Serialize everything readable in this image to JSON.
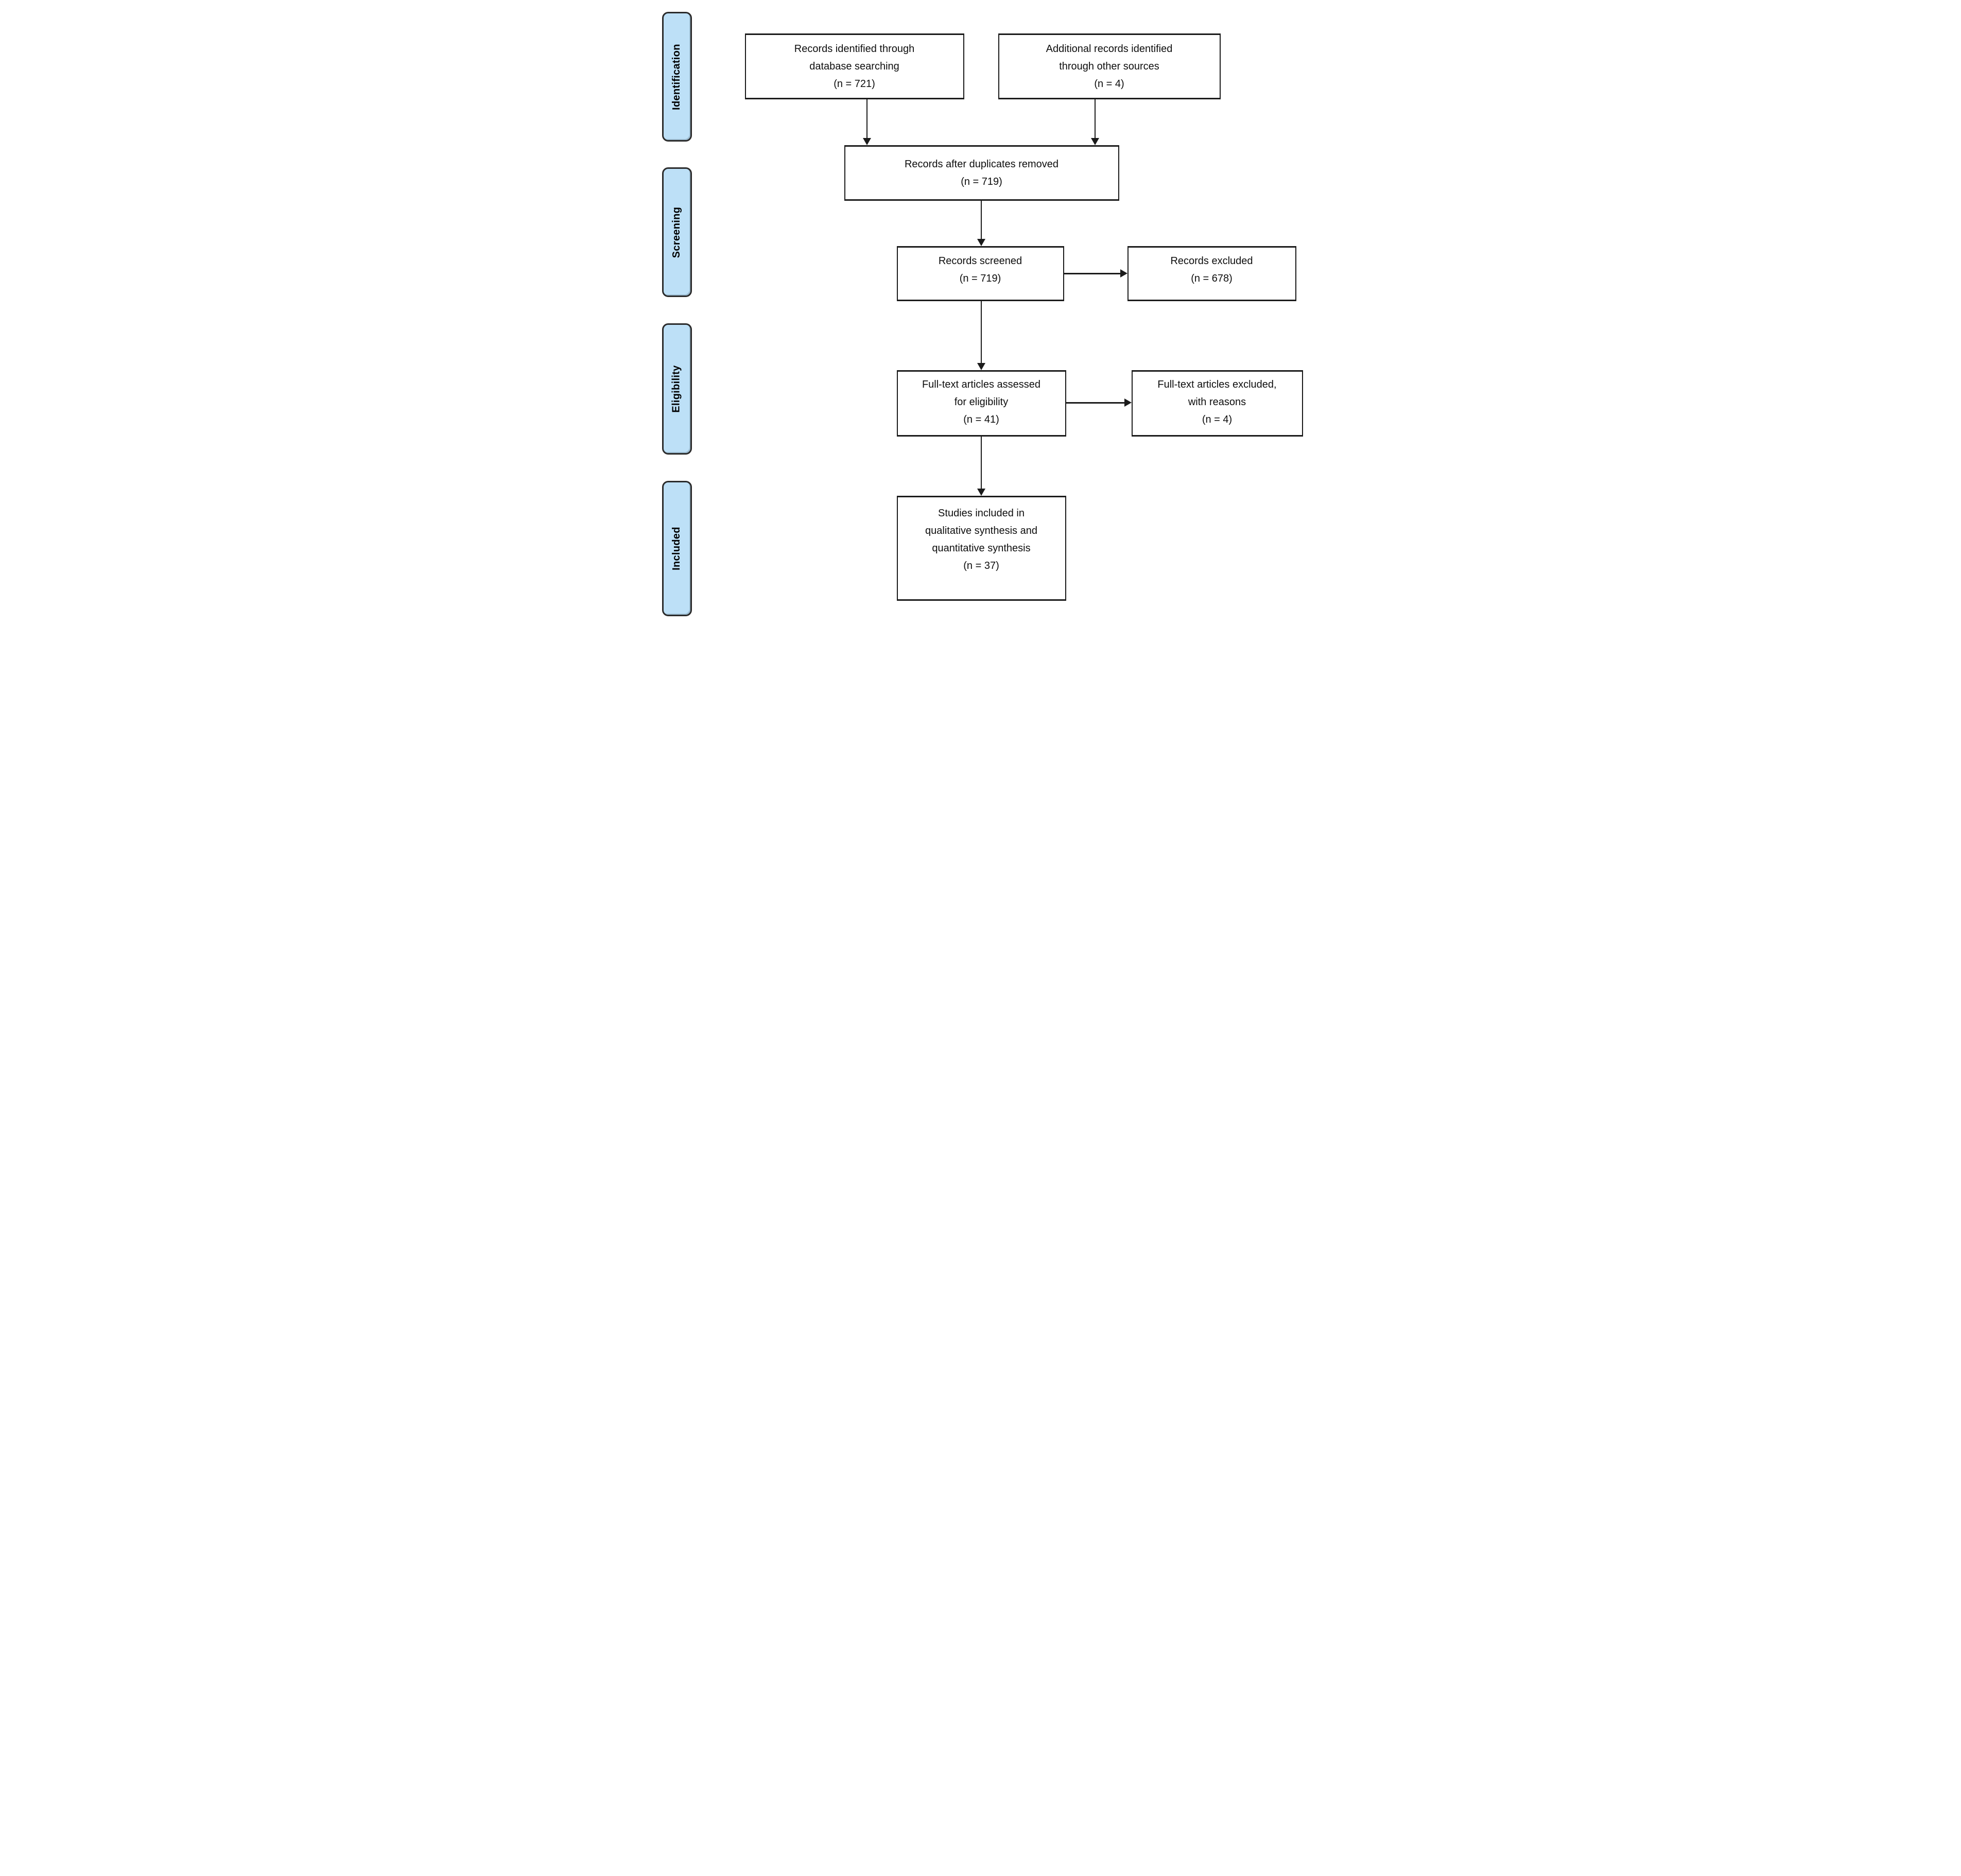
{
  "sidebar": {
    "fill_color": "#BDE0F7",
    "border_color": "#2B2B2B",
    "stages": [
      {
        "label": "Identification"
      },
      {
        "label": "Screening"
      },
      {
        "label": "Eligibility"
      },
      {
        "label": "Included"
      }
    ]
  },
  "boxes": {
    "identified": {
      "text": "Records identified through\ndatabase searching\n(n = 721)",
      "count": 721
    },
    "additional": {
      "text": "Additional records identified\nthrough other sources\n(n = 4)",
      "count": 4
    },
    "deduplicated": {
      "text": "Records after duplicates removed\n(n = 719)",
      "count": 719
    },
    "screened": {
      "text": "Records screened\n(n = 719)",
      "count": 719
    },
    "records_excluded": {
      "text": "Records excluded\n(n = 678)",
      "count": 678
    },
    "fulltext_assessed": {
      "text": "Full-text articles assessed\nfor eligibility\n(n = 41)",
      "count": 41
    },
    "fulltext_excluded": {
      "text": "Full-text articles excluded,\nwith reasons\n(n = 4)",
      "count": 4
    },
    "included_studies": {
      "text": "Studies included in\nqualitative synthesis and\nquantitative synthesis\n(n = 37)",
      "count": 37
    }
  }
}
